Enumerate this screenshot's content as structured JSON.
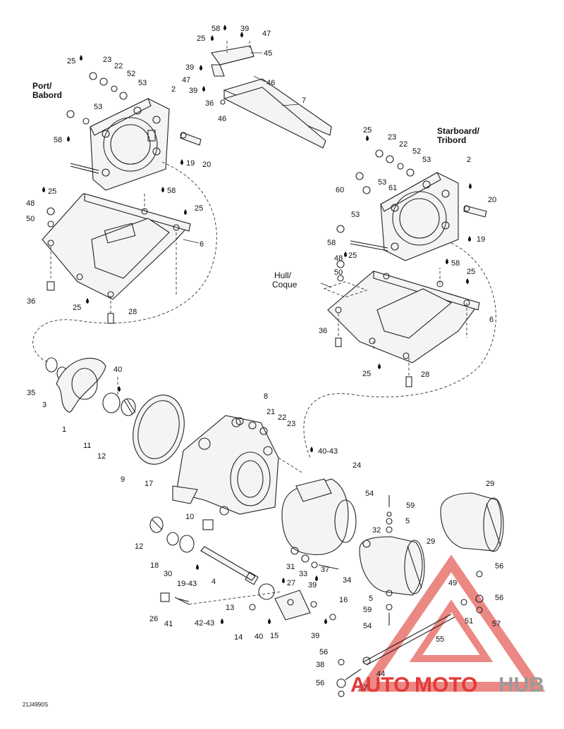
{
  "labels": {
    "port": "Port/",
    "port2": "Babord",
    "starboard": "Starboard/",
    "starboard2": "Tribord",
    "hull": "Hull/",
    "hull2": "Coque",
    "doc_code": "21J4990S"
  },
  "watermark": {
    "auto": "AUTO",
    "moto": "MOTO",
    "hub": "HUB",
    "red": "#e23a3a",
    "grey": "#9b9b9b"
  },
  "callouts": {
    "c58a": "58",
    "c39a": "39",
    "c47a": "47",
    "c25a": "25",
    "c45": "45",
    "c39b": "39",
    "c47b": "47",
    "c46a": "46",
    "c39c": "39",
    "c36a": "36",
    "c46b": "46",
    "c7": "7",
    "c25b": "25",
    "c23a": "23",
    "c22a": "22",
    "c52a": "52",
    "c53a": "53",
    "c2a": "2",
    "c53b": "53",
    "c58b": "58",
    "c19a": "19",
    "c20a": "20",
    "c58c": "58",
    "c25c": "25",
    "c6a": "6",
    "c48a": "48",
    "c25d": "25",
    "c50a": "50",
    "c36b": "36",
    "c25e": "25",
    "c28a": "28",
    "c25f": "25",
    "c23b": "23",
    "c22b": "22",
    "c52b": "52",
    "c53c": "53",
    "c2b": "2",
    "c60": "60",
    "c53d": "53",
    "c61": "61",
    "c20b": "20",
    "c53e": "53",
    "c19b": "19",
    "c58d": "58",
    "c48b": "48",
    "c25g": "25",
    "c50b": "50",
    "c58e": "58",
    "c25h": "25",
    "c6b": "6",
    "c36c": "36",
    "c25i": "25",
    "c28b": "28",
    "c35": "35",
    "c40a": "40",
    "c3": "3",
    "c1": "1",
    "c11": "11",
    "c12a": "12",
    "c9": "9",
    "c17": "17",
    "c8": "8",
    "c21": "21",
    "c22c": "22",
    "c23c": "23",
    "c4043": "40-43",
    "c24": "24",
    "c10": "10",
    "c12b": "12",
    "c18": "18",
    "c30": "30",
    "c1943": "19-43",
    "c4": "4",
    "c27": "27",
    "c31": "31",
    "c33": "33",
    "c37": "37",
    "c39d": "39",
    "c34": "34",
    "c13": "13",
    "c26": "26",
    "c41": "41",
    "c4243": "42-43",
    "c14": "14",
    "c40b": "40",
    "c15": "15",
    "c16": "16",
    "c39e": "39",
    "c54a": "54",
    "c59a": "59",
    "c5a": "5",
    "c32": "32",
    "c29a": "29",
    "c29b": "29",
    "c56a": "56",
    "c49": "49",
    "c56b": "56",
    "c5b": "5",
    "c59b": "59",
    "c51": "51",
    "c57a": "57",
    "c54b": "54",
    "c55": "55",
    "c56c": "56",
    "c38": "38",
    "c44": "44",
    "c56d": "56",
    "c57b": "57"
  }
}
